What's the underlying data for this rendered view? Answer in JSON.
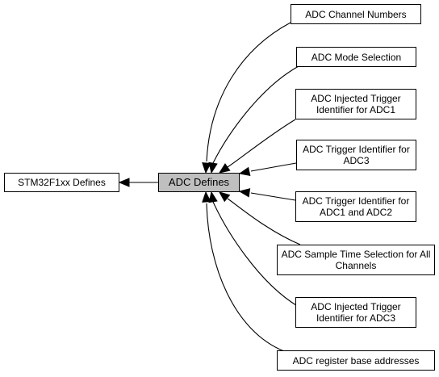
{
  "center": {
    "label": "ADC Defines"
  },
  "parent": {
    "label": "STM32F1xx Defines"
  },
  "children": [
    {
      "label": "ADC Channel Numbers"
    },
    {
      "label": "ADC Mode Selection"
    },
    {
      "label": "ADC Injected Trigger Identifier for ADC1"
    },
    {
      "label": "ADC Trigger Identifier for ADC3"
    },
    {
      "label": "ADC Trigger Identifier for ADC1 and ADC2"
    },
    {
      "label": "ADC Sample Time Selection for All Channels"
    },
    {
      "label": "ADC Injected Trigger Identifier for ADC3"
    },
    {
      "label": "ADC register base addresses"
    }
  ],
  "colors": {
    "current_fill": "#bfbfbf",
    "node_fill": "#ffffff",
    "stroke": "#000000"
  }
}
